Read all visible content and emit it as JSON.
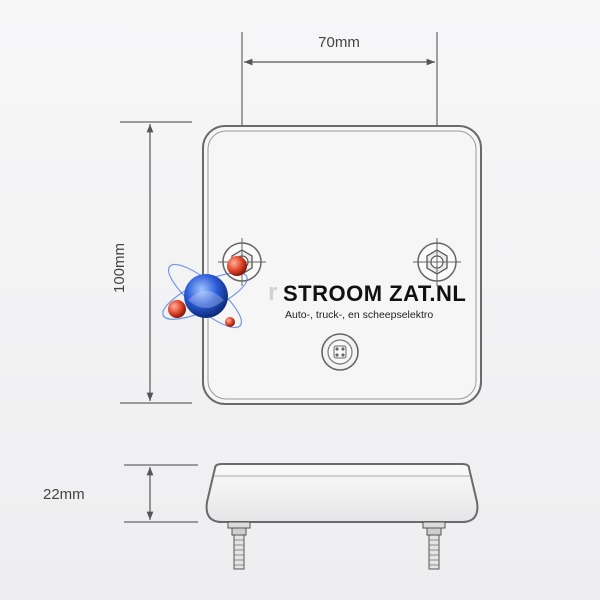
{
  "dimensions": {
    "width_label": "70mm",
    "height_label": "100mm",
    "depth_label": "22mm"
  },
  "watermark": {
    "brand": "STROOM ZAT.NL",
    "tagline": "Auto-, truck-, en scheepselektro"
  },
  "colors": {
    "line": "#555555",
    "outline": "#6a6a6a",
    "body_fill": "#f6f6f7",
    "logo_blue": "#2a5bd7",
    "logo_red": "#e0452a"
  }
}
